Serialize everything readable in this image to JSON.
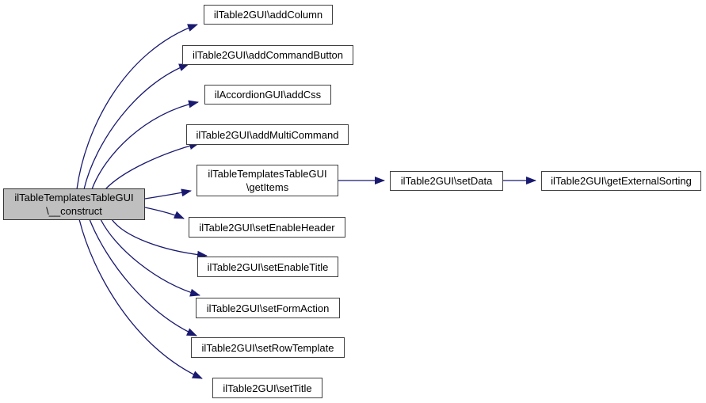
{
  "diagram": {
    "type": "call-graph",
    "colors": {
      "edge": "#191970",
      "node_border": "#404040",
      "node_fill": "#ffffff",
      "root_fill": "#bfbfbf",
      "text": "#000000"
    },
    "root": {
      "line1": "ilTableTemplatesTableGUI",
      "line2": "\\__construct"
    },
    "nodes": [
      {
        "id": "addColumn",
        "label": "ilTable2GUI\\addColumn"
      },
      {
        "id": "addCommandButton",
        "label": "ilTable2GUI\\addCommandButton"
      },
      {
        "id": "addCss",
        "label": "ilAccordionGUI\\addCss"
      },
      {
        "id": "addMultiCommand",
        "label": "ilTable2GUI\\addMultiCommand"
      },
      {
        "id": "getItems",
        "line1": "ilTableTemplatesTableGUI",
        "line2": "\\getItems"
      },
      {
        "id": "setEnableHeader",
        "label": "ilTable2GUI\\setEnableHeader"
      },
      {
        "id": "setEnableTitle",
        "label": "ilTable2GUI\\setEnableTitle"
      },
      {
        "id": "setFormAction",
        "label": "ilTable2GUI\\setFormAction"
      },
      {
        "id": "setRowTemplate",
        "label": "ilTable2GUI\\setRowTemplate"
      },
      {
        "id": "setTitle",
        "label": "ilTable2GUI\\setTitle"
      },
      {
        "id": "setData",
        "label": "ilTable2GUI\\setData"
      },
      {
        "id": "getExternalSorting",
        "label": "ilTable2GUI\\getExternalSorting"
      }
    ]
  }
}
